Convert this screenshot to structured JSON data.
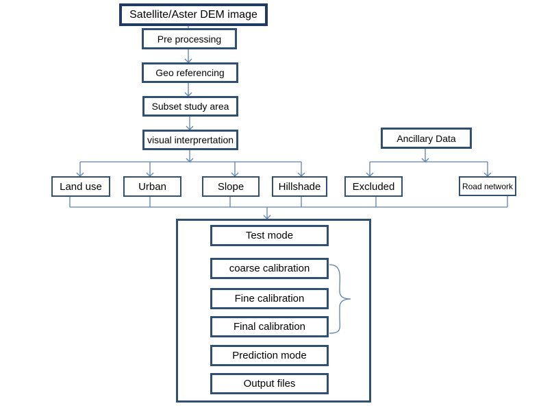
{
  "diagram": {
    "source": "Satellite/Aster DEM image",
    "steps": [
      "Pre processing",
      "Geo referencing",
      "Subset study area",
      "visual interprertation"
    ],
    "ancillary": "Ancillary Data",
    "layers": [
      "Land use",
      "Urban",
      "Slope",
      "Hillshade"
    ],
    "ancillary_layers": [
      "Excluded",
      "Road network"
    ],
    "model_steps": [
      "Test mode",
      "coarse calibration",
      "Fine calibration",
      "Final calibration",
      "Prediction mode",
      "Output files"
    ]
  },
  "colors": {
    "box_border": "#2f4f73",
    "title_border": "#1f3a66",
    "connector": "#5b7fb0"
  }
}
